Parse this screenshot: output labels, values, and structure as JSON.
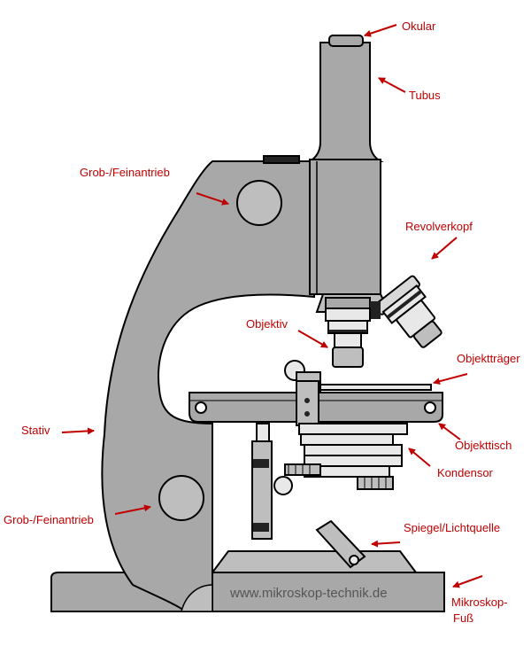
{
  "colors": {
    "body": "#a8a8a8",
    "body_light": "#bebebe",
    "metal_light": "#e8e8e8",
    "outline": "#000000",
    "label": "#c00000",
    "watermark": "#555555"
  },
  "labels": {
    "okular": "Okular",
    "tubus": "Tubus",
    "grob_fein_top": "Grob-/Feinantrieb",
    "revolverkopf": "Revolverkopf",
    "objektiv": "Objektiv",
    "objekttraeger": "Objektträger",
    "stativ": "Stativ",
    "objekttisch": "Objekttisch",
    "kondensor": "Kondensor",
    "grob_fein_bottom": "Grob-/Feinantrieb",
    "spiegel": "Spiegel/Lichtquelle",
    "fuss_line1": "Mikroskop-",
    "fuss_line2": "Fuß"
  },
  "watermark": "www.mikroskop-technik.de"
}
